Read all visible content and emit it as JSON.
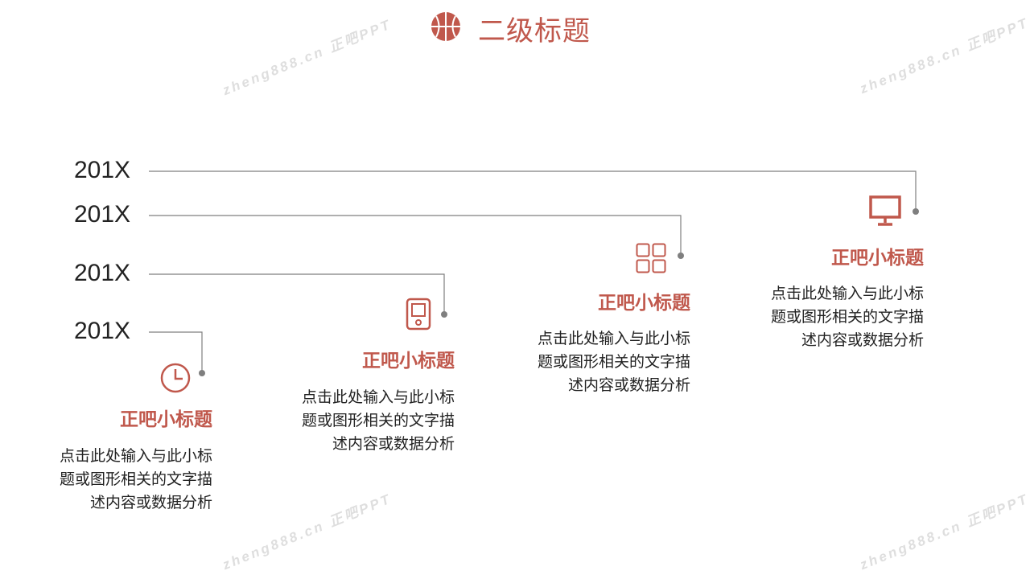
{
  "header": {
    "title": "二级标题",
    "icon": "basketball-icon"
  },
  "colors": {
    "accent": "#c0584c",
    "line": "#7f7f7f",
    "text": "#222222"
  },
  "watermark": "zheng888.cn 正吧PPT",
  "timeline": [
    {
      "year": "201X",
      "icon": "clock-icon",
      "subtitle": "正吧小标题",
      "desc": [
        "点击此处输入与此小标",
        "题或图形相关的文字描",
        "述内容或数据分析"
      ]
    },
    {
      "year": "201X",
      "icon": "tablet-icon",
      "subtitle": "正吧小标题",
      "desc": [
        "点击此处输入与此小标",
        "题或图形相关的文字描",
        "述内容或数据分析"
      ]
    },
    {
      "year": "201X",
      "icon": "grid-icon",
      "subtitle": "正吧小标题",
      "desc": [
        "点击此处输入与此小标",
        "题或图形相关的文字描",
        "述内容或数据分析"
      ]
    },
    {
      "year": "201X",
      "icon": "monitor-icon",
      "subtitle": "正吧小标题",
      "desc": [
        "点击此处输入与此小标",
        "题或图形相关的文字描",
        "述内容或数据分析"
      ]
    }
  ]
}
